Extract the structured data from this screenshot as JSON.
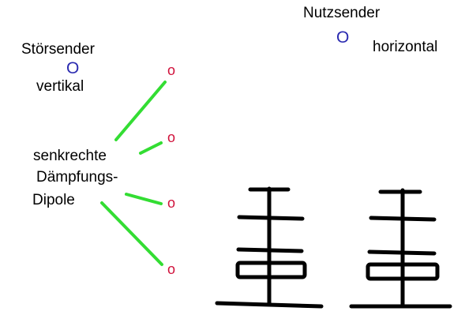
{
  "labels": {
    "jammer_title": "Störsender",
    "jammer_polarization": "vertikal",
    "desired_title": "Nutzsender",
    "desired_polarization": "horizontal",
    "dipoles_line1": "senkrechte",
    "dipoles_line2": "Dämpfungs-",
    "dipoles_line3": "Dipole"
  },
  "symbols": {
    "jammer_marker": "O",
    "desired_marker": "O",
    "dipole_end_marker": "o"
  },
  "colors": {
    "text": "#000000",
    "source_marker": "#2a2ab0",
    "dipole_marker": "#d0103a",
    "dipole_line": "#33dd33",
    "antenna": "#000000",
    "background": "#ffffff"
  }
}
